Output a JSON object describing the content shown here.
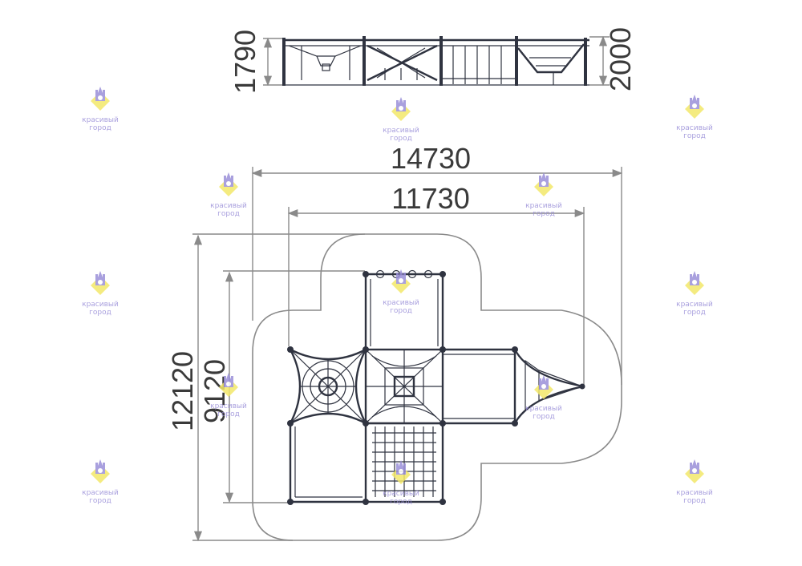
{
  "dimensions": {
    "side_height_left": "1790",
    "side_height_right": "2000",
    "overall_width": "14730",
    "frame_width": "11730",
    "overall_depth": "12120",
    "frame_depth": "9120"
  },
  "watermark": {
    "line1": "красивый",
    "line2": "город"
  },
  "colors": {
    "structure": "#2f3340",
    "dimension_lines": "#8a8a8a",
    "watermark": "#9a8fd8",
    "watermark_accent": "#f3e86a"
  }
}
